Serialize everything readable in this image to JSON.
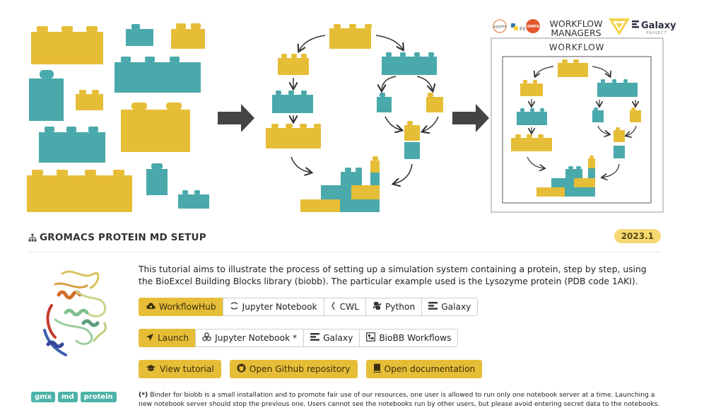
{
  "banner": {
    "logos": [
      "jupyter",
      "py",
      "COMPSs"
    ],
    "workflow_managers_line1": "WORKFLOW",
    "workflow_managers_line2": "MANAGERS",
    "galaxy_name": "Galaxy",
    "galaxy_sub": "PROJECT",
    "workflow_label": "WORKFLOW"
  },
  "colors": {
    "yellow": "#e6bd37",
    "teal": "#4aa9aa",
    "arrow": "#444444"
  },
  "header": {
    "title": "GROMACS PROTEIN MD SETUP",
    "version": "2023.1"
  },
  "description": "This tutorial aims to illustrate the process of setting up a simulation system containing a protein, step by step, using the BioExcel Building Blocks library (biobb). The particular example used is the Lysozyme protein (PDB code 1AKI).",
  "row1": [
    {
      "label": "WorkflowHub",
      "icon": "cloud-icon"
    },
    {
      "label": "Jupyter Notebook",
      "icon": "jupyter-icon"
    },
    {
      "label": "CWL",
      "icon": "cwl-icon"
    },
    {
      "label": "Python",
      "icon": "python-icon"
    },
    {
      "label": "Galaxy",
      "icon": "galaxy-icon"
    }
  ],
  "row2": [
    {
      "label": "Launch",
      "icon": "rocket-icon"
    },
    {
      "label": "Jupyter Notebook *",
      "icon": "binder-icon"
    },
    {
      "label": "Galaxy",
      "icon": "galaxy-icon"
    },
    {
      "label": "BioBB Workflows",
      "icon": "workflows-icon"
    }
  ],
  "row3": [
    {
      "label": "View tutorial",
      "icon": "graduation-icon"
    },
    {
      "label": "Open Github repository",
      "icon": "github-icon"
    },
    {
      "label": "Open documentation",
      "icon": "book-icon"
    }
  ],
  "tags": [
    "gmx",
    "md",
    "protein"
  ],
  "note": {
    "prefix": "(*)",
    "text": "Binder for biobb is a small installation and to promote fair use of our resources, one user is allowed to run only one notebook server at a time. Launching a new notebook server should stop the previous one. Users cannot see the notebooks run by other users, but please avoid entering secret data to the notebooks."
  }
}
